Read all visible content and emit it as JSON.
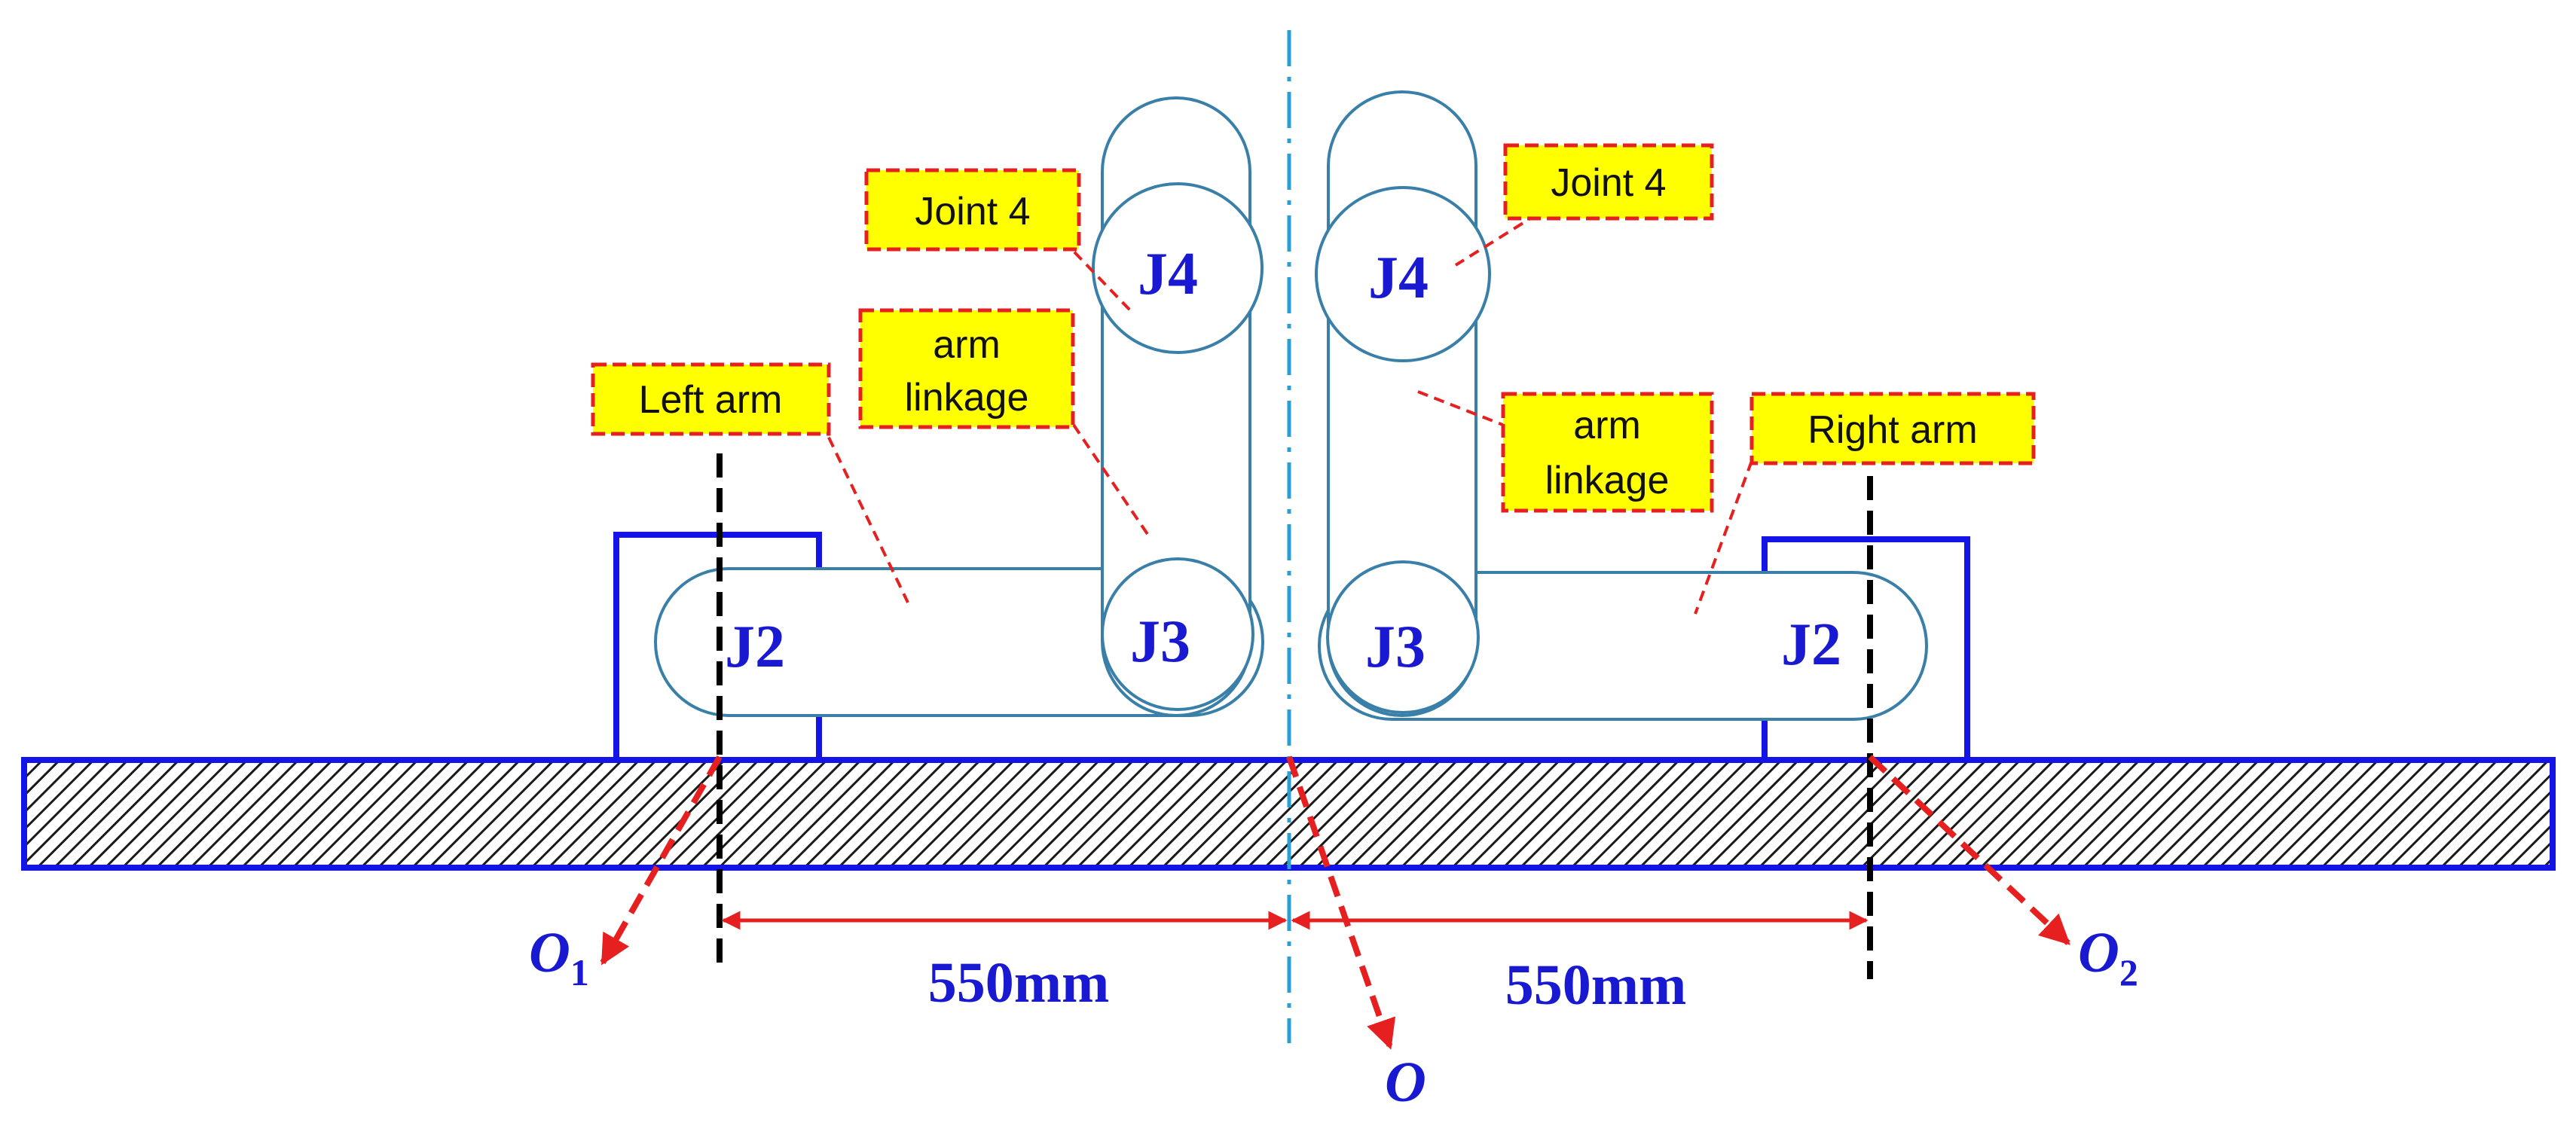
{
  "callouts": {
    "joint4_left": "Joint 4",
    "joint4_right": "Joint 4",
    "linkage_left_line1": "arm",
    "linkage_left_line2": "linkage",
    "linkage_right_line1": "arm",
    "linkage_right_line2": "linkage",
    "left_arm": "Left arm",
    "right_arm": "Right arm"
  },
  "joints": {
    "j4_left": "J4",
    "j4_right": "J4",
    "j3_left": "J3",
    "j3_right": "J3",
    "j2_left": "J2",
    "j2_right": "J2"
  },
  "dimensions": {
    "left": "550mm",
    "right": "550mm"
  },
  "origins": {
    "o1_main": "O",
    "o1_sub": "1",
    "o2_main": "O",
    "o2_sub": "2",
    "o_center": "O"
  },
  "colors": {
    "label_fill": "#ffff00",
    "callout_border": "#e62020",
    "frame_blue": "#1414e6",
    "link_outline": "#3a7fa8",
    "text_blue": "#1919d2",
    "center_line": "#2a9fd4"
  }
}
